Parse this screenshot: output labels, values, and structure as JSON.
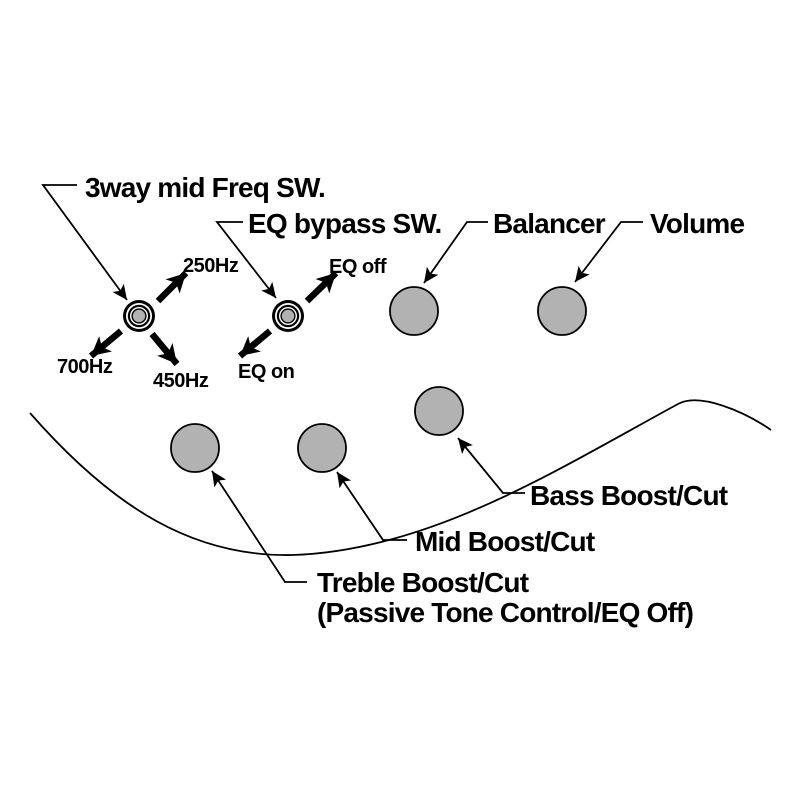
{
  "diagram": {
    "description": "Bass guitar control layout diagram",
    "switches": [
      {
        "label": "3way mid Freq SW.",
        "positions": [
          "250Hz",
          "700Hz",
          "450Hz"
        ]
      },
      {
        "label": "EQ bypass SW.",
        "positions": [
          "EQ off",
          "EQ on"
        ]
      }
    ],
    "knobs": [
      {
        "label": "Balancer"
      },
      {
        "label": "Volume"
      },
      {
        "label": "Bass Boost/Cut"
      },
      {
        "label": "Mid Boost/Cut"
      },
      {
        "label": "Treble Boost/Cut",
        "sublabel": "(Passive Tone Control/EQ Off)"
      }
    ],
    "colors": {
      "knob_fill": "#b2b2b2",
      "line": "#000000",
      "background": "#ffffff"
    }
  }
}
